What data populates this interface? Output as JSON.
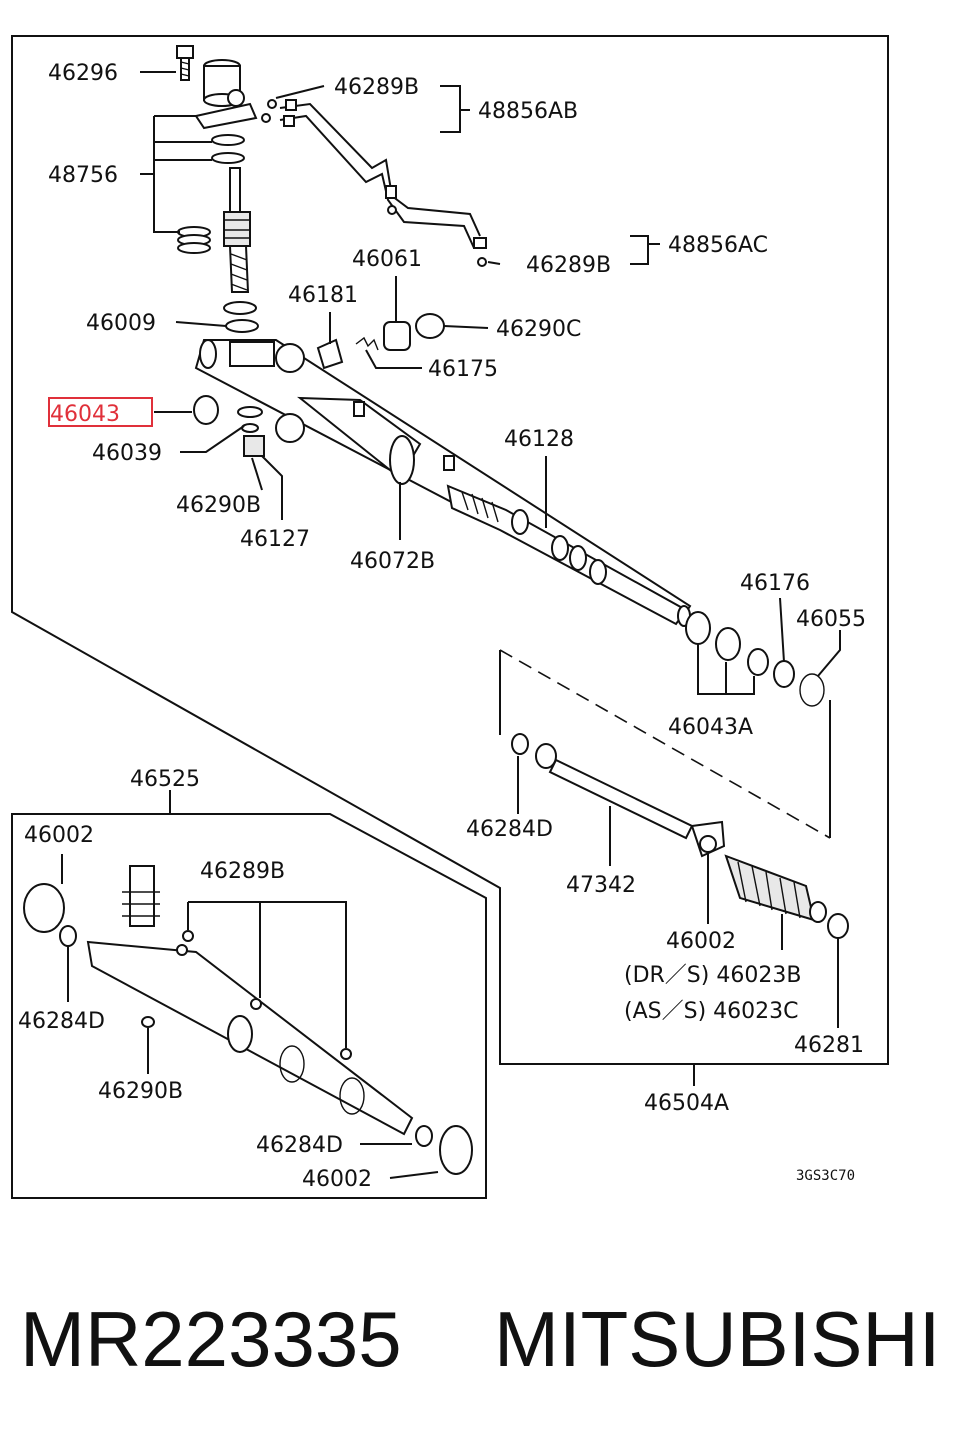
{
  "diagram": {
    "drawing_code": "3GS3C70",
    "highlight_color": "#e0303a",
    "labels": [
      {
        "key": "l46296",
        "text": "46296"
      },
      {
        "key": "l46289B_a",
        "text": "46289B"
      },
      {
        "key": "l48856AB",
        "text": "48856AB"
      },
      {
        "key": "l48756",
        "text": "48756"
      },
      {
        "key": "l46289B_b",
        "text": "46289B"
      },
      {
        "key": "l48856AC",
        "text": "48856AC"
      },
      {
        "key": "l46061",
        "text": "46061"
      },
      {
        "key": "l46181",
        "text": "46181"
      },
      {
        "key": "l46009",
        "text": "46009"
      },
      {
        "key": "l46290C",
        "text": "46290C"
      },
      {
        "key": "l46175",
        "text": "46175"
      },
      {
        "key": "l46043",
        "text": "46043"
      },
      {
        "key": "l46039",
        "text": "46039"
      },
      {
        "key": "l46128",
        "text": "46128"
      },
      {
        "key": "l46290B_a",
        "text": "46290B"
      },
      {
        "key": "l46127",
        "text": "46127"
      },
      {
        "key": "l46072B",
        "text": "46072B"
      },
      {
        "key": "l46176",
        "text": "46176"
      },
      {
        "key": "l46055",
        "text": "46055"
      },
      {
        "key": "l46043A",
        "text": "46043A"
      },
      {
        "key": "l46525",
        "text": "46525"
      },
      {
        "key": "l46002_a",
        "text": "46002"
      },
      {
        "key": "l46289B_c",
        "text": "46289B"
      },
      {
        "key": "l46284D_a",
        "text": "46284D"
      },
      {
        "key": "l46284D_b",
        "text": "46284D"
      },
      {
        "key": "l47342",
        "text": "47342"
      },
      {
        "key": "l46002_b",
        "text": "46002"
      },
      {
        "key": "l46023B",
        "text": "(DR／S) 46023B"
      },
      {
        "key": "l46023C",
        "text": "(AS／S) 46023C"
      },
      {
        "key": "l46281",
        "text": "46281"
      },
      {
        "key": "l46290B_b",
        "text": "46290B"
      },
      {
        "key": "l46504A",
        "text": "46504A"
      },
      {
        "key": "l46284D_c",
        "text": "46284D"
      },
      {
        "key": "l46002_c",
        "text": "46002"
      }
    ]
  },
  "caption": {
    "part_number": "MR223335",
    "brand": "MITSUBISHI"
  }
}
